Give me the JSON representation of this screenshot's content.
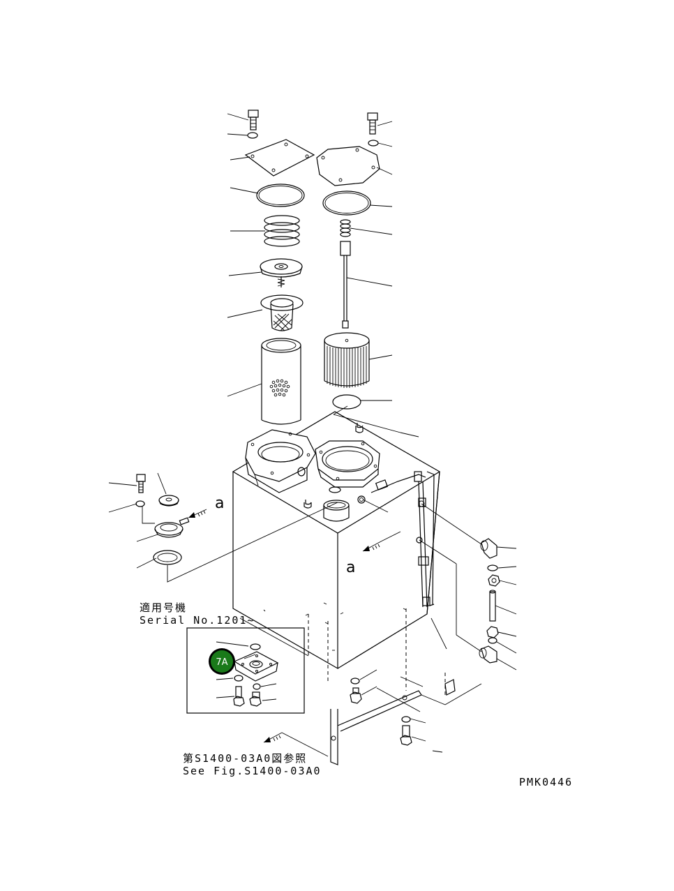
{
  "serial_note": {
    "jp": "適用号機",
    "en": "Serial No.1201~"
  },
  "see_fig": {
    "jp": "第S1400-03A0図参照",
    "en": "See Fig.S1400-03A0"
  },
  "view_marker": "a",
  "callout_label": "7A",
  "callout_color": "#1a7a1a",
  "drawing_code": "PMK0446"
}
